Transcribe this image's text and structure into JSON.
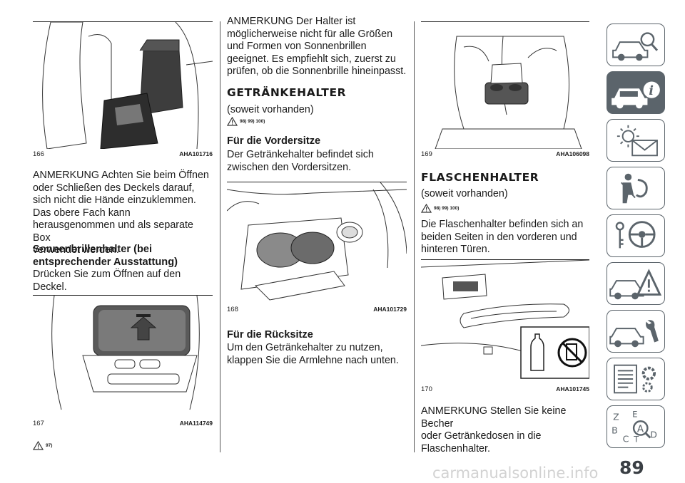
{
  "page_number": "89",
  "watermark": "carmanualsonline.info",
  "column1": {
    "fig166": {
      "num": "166",
      "code": "AHA101716"
    },
    "para1": "ANMERKUNG  Achten Sie beim Öffnen\noder Schließen des Deckels darauf,\nsich nicht die Hände einzuklemmen.\nDas obere Fach kann\nherausgenommen und als separate Box\nverwendet werden.",
    "subheading": "Sonnenbrillenhalter (bei\nentsprechender Ausstattung)",
    "para2": "Drücken Sie zum Öffnen auf den\nDeckel.",
    "fig167": {
      "num": "167",
      "code": "AHA114749"
    },
    "warning_ref": "97)"
  },
  "column2": {
    "para1": "ANMERKUNG  Der Halter ist\nmöglicherweise nicht für alle Größen\nund Formen von Sonnenbrillen\ngeeignet. Es empfiehlt sich, zuerst zu\nprüfen, ob die Sonnenbrille hineinpasst.",
    "heading": "GETRÄNKEHALTER",
    "availability": "(soweit vorhanden)",
    "warning_ref": "98) 99) 100)",
    "sub1": "Für die Vordersitze",
    "para2": "Der Getränkehalter befindet sich\nzwischen den Vordersitzen.",
    "fig168": {
      "num": "168",
      "code": "AHA101729"
    },
    "sub2": "Für die Rücksitze",
    "para3": "Um den Getränkehalter zu nutzen,\nklappen Sie die Armlehne nach unten."
  },
  "column3": {
    "fig169": {
      "num": "169",
      "code": "AHA106098"
    },
    "heading": "FLASCHENHALTER",
    "availability": "(soweit vorhanden)",
    "warning_ref": "98) 99) 100)",
    "para1": "Die Flaschenhalter befinden sich an\nbeiden Seiten in den vorderen und\nhinteren Türen.",
    "fig170": {
      "num": "170",
      "code": "AHA101745"
    },
    "para2": "ANMERKUNG  Stellen Sie keine Becher\noder Getränkedosen in die\nFlaschenhalter."
  },
  "side_tabs": [
    {
      "icon": "car-search-icon",
      "active": false
    },
    {
      "icon": "car-info-icon",
      "active": true
    },
    {
      "icon": "warning-lights-message-icon",
      "active": false
    },
    {
      "icon": "airbag-person-icon",
      "active": false
    },
    {
      "icon": "steering-wheel-key-icon",
      "active": false
    },
    {
      "icon": "car-breakdown-warning-icon",
      "active": false
    },
    {
      "icon": "car-service-wrench-icon",
      "active": false
    },
    {
      "icon": "specs-gear-list-icon",
      "active": false
    },
    {
      "icon": "alphabetical-index-icon",
      "active": false
    }
  ],
  "colors": {
    "tab_gray": "#5b646b",
    "text": "#1a1a1a"
  }
}
